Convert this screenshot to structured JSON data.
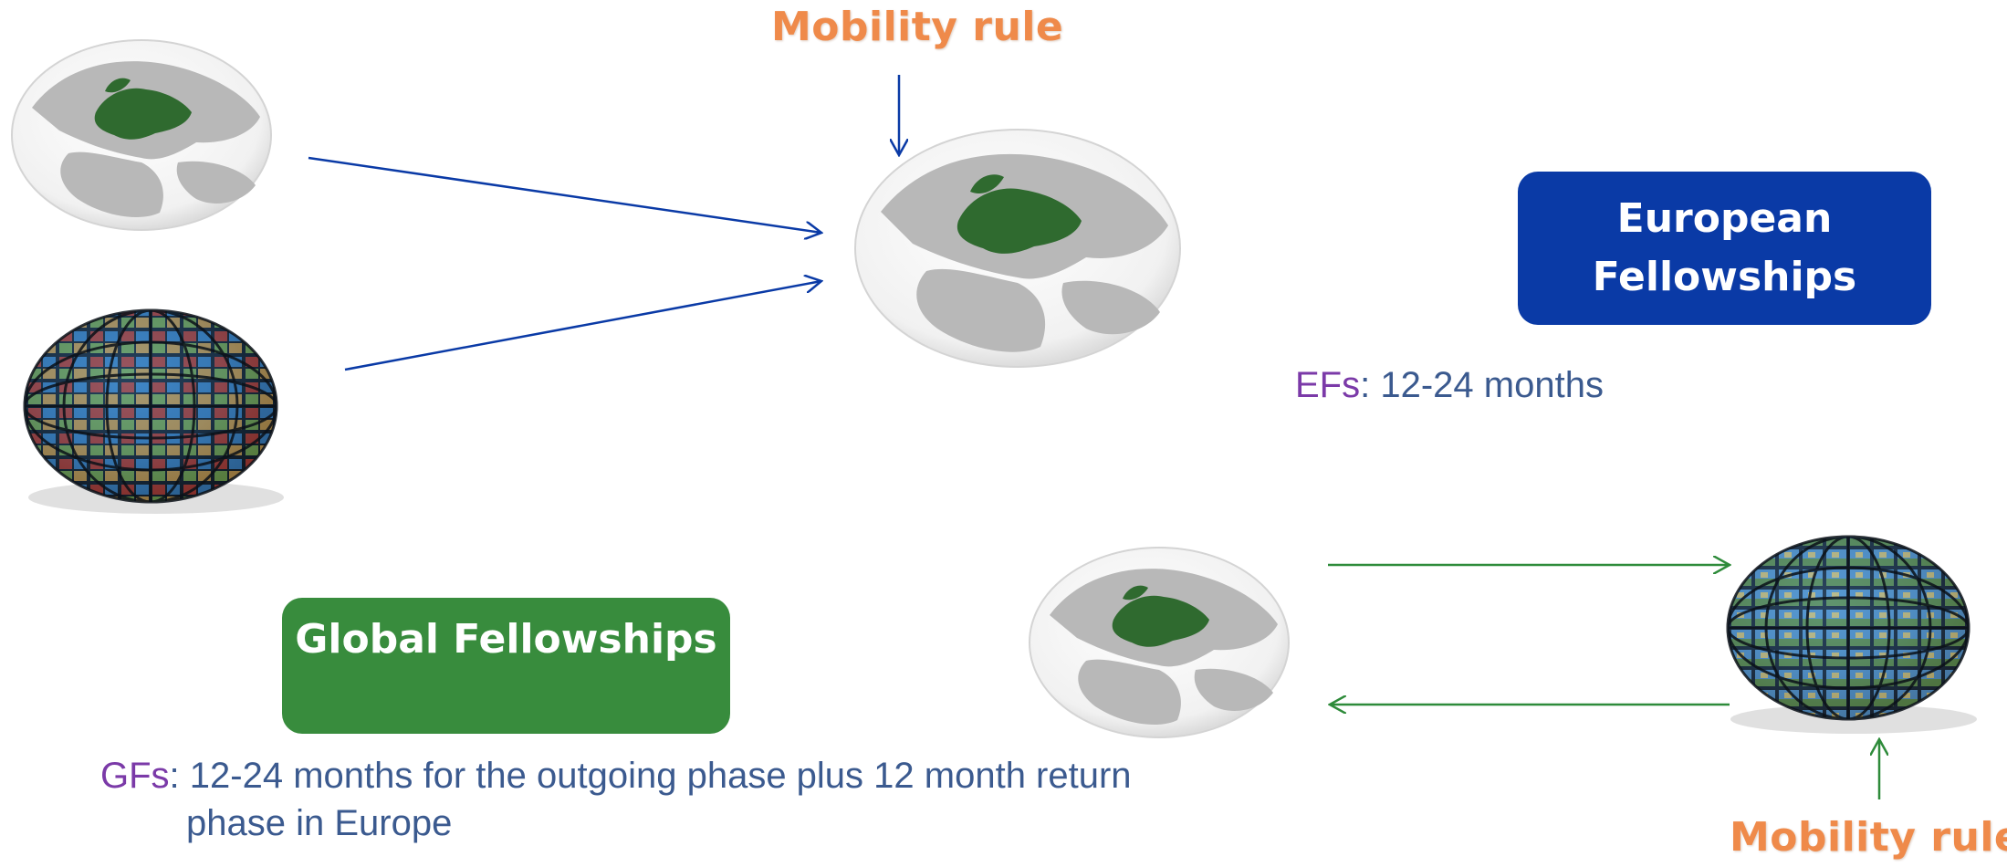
{
  "mobility_rule_top": "Mobility rule",
  "mobility_rule_bottom": "Mobility rule",
  "european_box": {
    "line1": "European",
    "line2": "Fellowships"
  },
  "global_box": {
    "label": "Global Fellowships"
  },
  "ef_info": {
    "abbr": "EFs",
    "text": ": 12-24 months"
  },
  "gf_info": {
    "abbr": "GFs",
    "line1": ": 12-24 months for the outgoing phase plus 12 month return",
    "line2": "phase in Europe"
  },
  "colors": {
    "blue_arrow": "#0a3aa6",
    "green_arrow": "#2e8b3a",
    "orange_label": "#ef8a4a",
    "europe_green": "#2f6a2f",
    "land_gray": "#b8b8b8"
  }
}
